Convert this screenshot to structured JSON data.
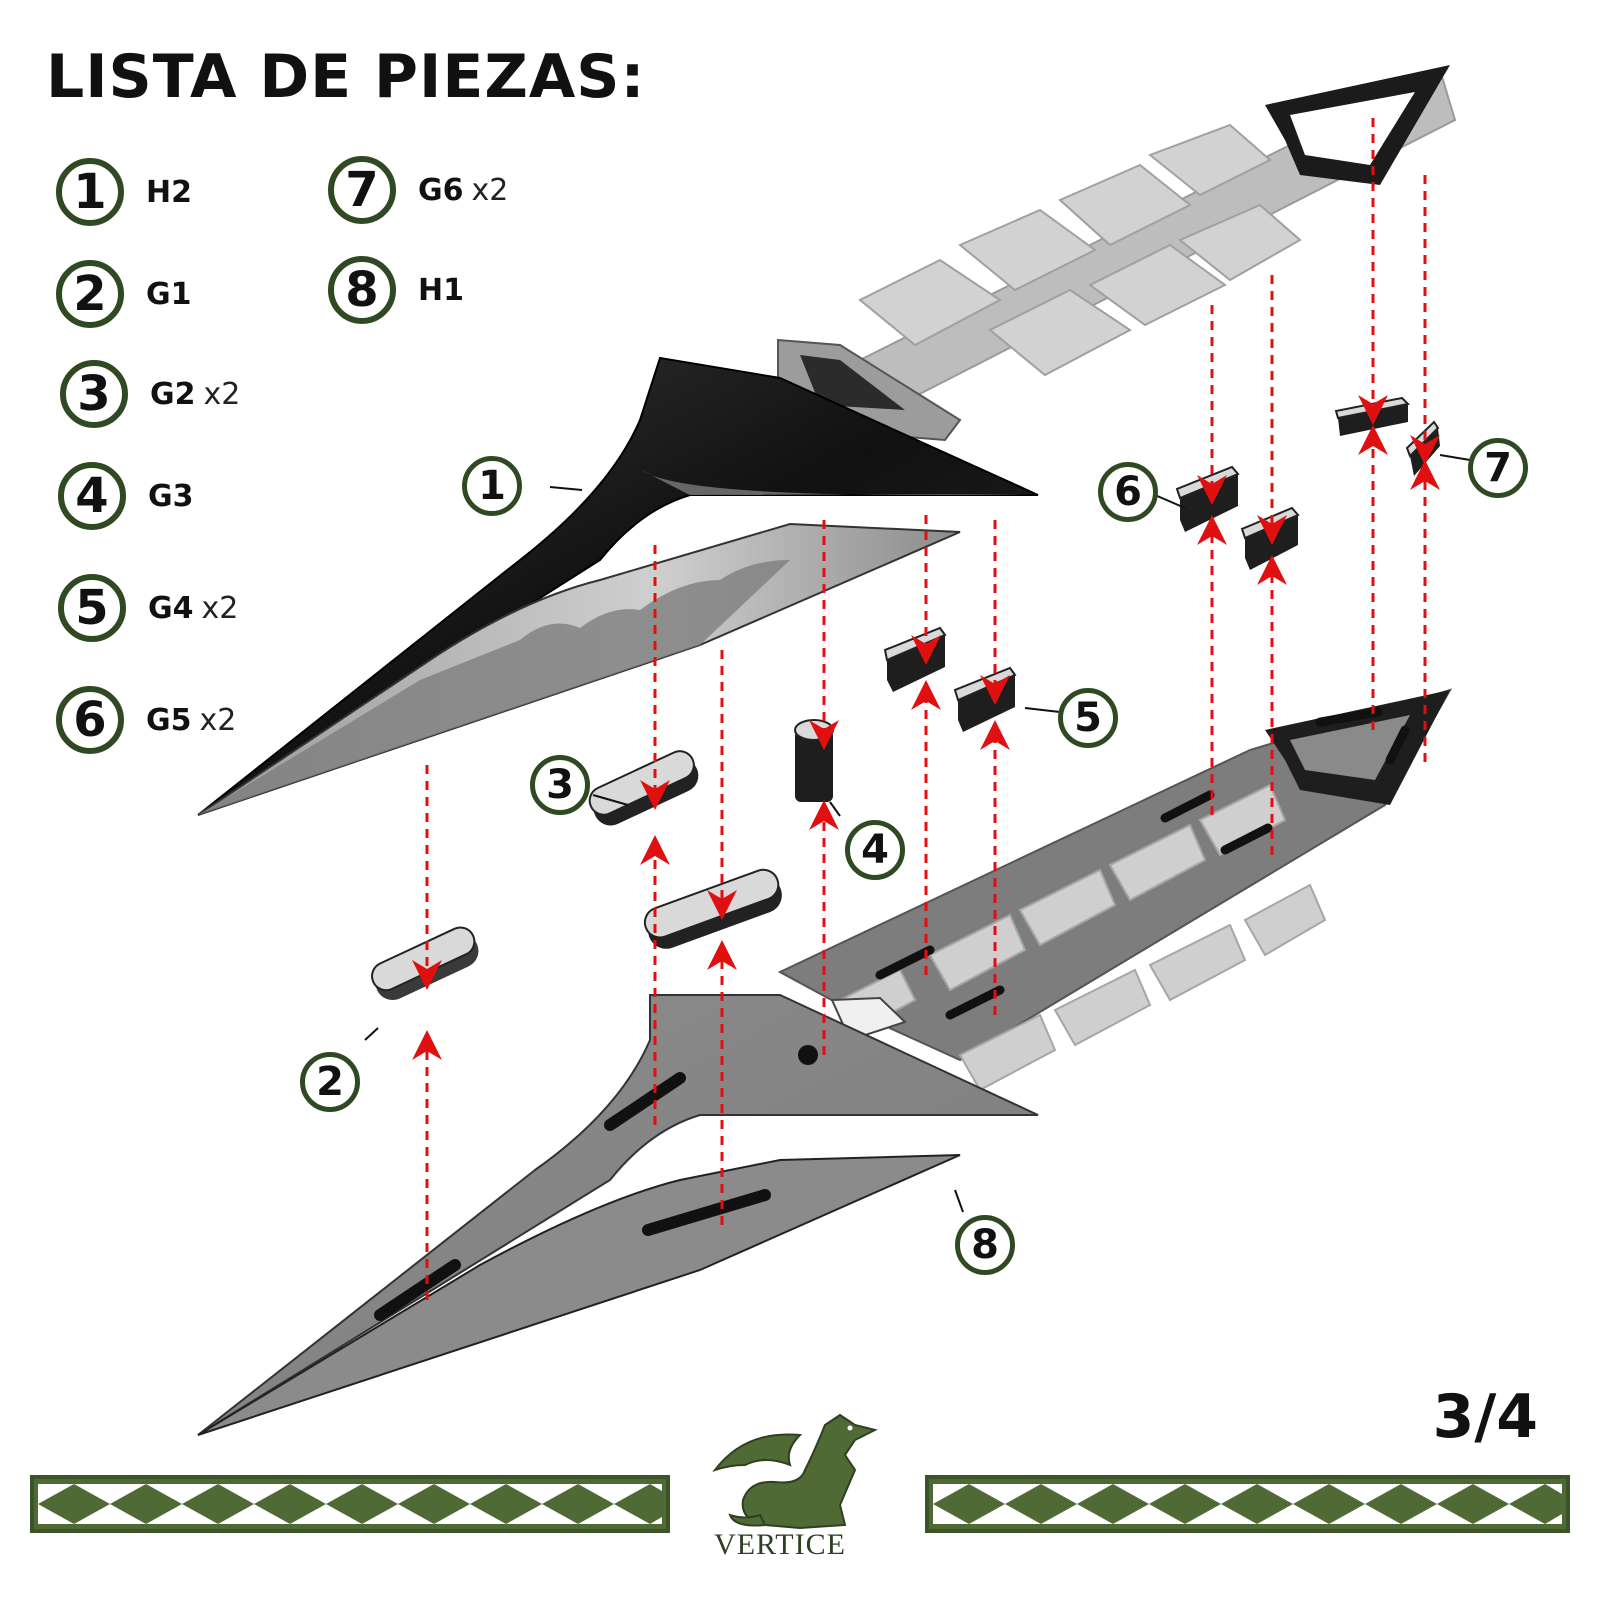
{
  "title": "LISTA DE PIEZAS:",
  "parts": [
    {
      "num": "1",
      "code": "H2",
      "qty": ""
    },
    {
      "num": "2",
      "code": "G1",
      "qty": ""
    },
    {
      "num": "3",
      "code": "G2",
      "qty": "x2"
    },
    {
      "num": "4",
      "code": "G3",
      "qty": ""
    },
    {
      "num": "5",
      "code": "G4",
      "qty": "x2"
    },
    {
      "num": "6",
      "code": "G5",
      "qty": "x2"
    },
    {
      "num": "7",
      "code": "G6",
      "qty": "x2"
    },
    {
      "num": "8",
      "code": "H1",
      "qty": ""
    }
  ],
  "callouts": [
    "1",
    "2",
    "3",
    "4",
    "5",
    "6",
    "7",
    "8"
  ],
  "page_number": "3/4",
  "brand": {
    "name": "VERTICE",
    "logo": "dragon-logo-icon"
  },
  "colors": {
    "accent_green": "#2f4a22",
    "band_green": "#4f6a35",
    "arrow_red": "#e01010"
  }
}
